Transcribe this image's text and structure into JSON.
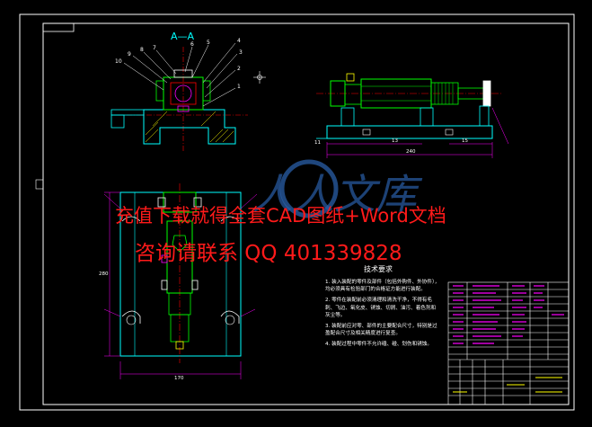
{
  "section_label": "A—A",
  "callouts_top_left": [
    "10",
    "9",
    "8",
    "7",
    "6",
    "5",
    "4",
    "3",
    "2",
    "1"
  ],
  "dimension_texts": {
    "tr_small_1": "11",
    "tr_small_2": "13",
    "tr_small_3": "15",
    "tr_length": "240",
    "bl_width": "170",
    "bl_height": "280"
  },
  "tech_requirements": {
    "title": "技术要求",
    "items": [
      "1. 装入装配的零件及部件（包括外购件、外协件），均必须具有检验部门的合格证方能进行装配。",
      "2. 零件在装配前必须清理和清洗干净，不得有毛刺、飞边、氧化皮、锈蚀、切屑、油污、着色剂和灰尘等。",
      "3. 装配前应对零、部件的主要配合尺寸，特别是过盈配合尺寸及相关精度进行复查。",
      "4. 装配过程中零件不允许磕、碰、划伤和锈蚀。"
    ]
  },
  "watermark": {
    "line1": "充值下载就得全套CAD图纸+Word文档",
    "line2": "咨询请联系 QQ 401339828"
  },
  "logo_text": "人人文库",
  "colors": {
    "background": "#000000",
    "frame": "#ffffff",
    "outline": "#00ffff",
    "part": "#00ff00",
    "dimension": "#ff00ff",
    "center": "#ff0000",
    "hatch": "#ffff00",
    "watermark": "#ff1a1a",
    "logo": "#2a5fa8"
  }
}
